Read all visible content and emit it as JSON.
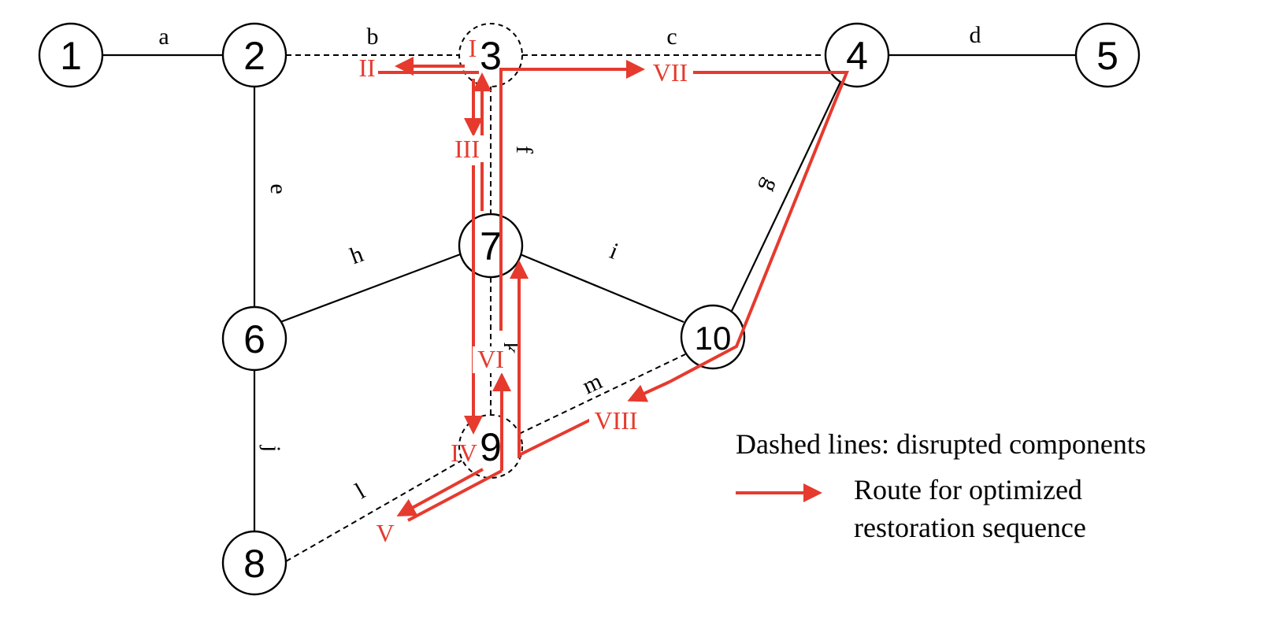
{
  "nodes": [
    {
      "id": "1",
      "label": "1",
      "disrupted": false
    },
    {
      "id": "2",
      "label": "2",
      "disrupted": false
    },
    {
      "id": "3",
      "label": "3",
      "disrupted": true
    },
    {
      "id": "4",
      "label": "4",
      "disrupted": false
    },
    {
      "id": "5",
      "label": "5",
      "disrupted": false
    },
    {
      "id": "6",
      "label": "6",
      "disrupted": false
    },
    {
      "id": "7",
      "label": "7",
      "disrupted": false
    },
    {
      "id": "8",
      "label": "8",
      "disrupted": false
    },
    {
      "id": "9",
      "label": "9",
      "disrupted": true
    },
    {
      "id": "10",
      "label": "10",
      "disrupted": false
    }
  ],
  "edges": [
    {
      "id": "a",
      "label": "a",
      "from": "1",
      "to": "2",
      "disrupted": false
    },
    {
      "id": "b",
      "label": "b",
      "from": "2",
      "to": "3",
      "disrupted": true
    },
    {
      "id": "c",
      "label": "c",
      "from": "3",
      "to": "4",
      "disrupted": true
    },
    {
      "id": "d",
      "label": "d",
      "from": "4",
      "to": "5",
      "disrupted": false
    },
    {
      "id": "e",
      "label": "e",
      "from": "2",
      "to": "6",
      "disrupted": false
    },
    {
      "id": "f",
      "label": "f",
      "from": "3",
      "to": "7",
      "disrupted": true
    },
    {
      "id": "g",
      "label": "g",
      "from": "4",
      "to": "10",
      "disrupted": false
    },
    {
      "id": "h",
      "label": "h",
      "from": "6",
      "to": "7",
      "disrupted": false
    },
    {
      "id": "i",
      "label": "i",
      "from": "7",
      "to": "10",
      "disrupted": false
    },
    {
      "id": "j",
      "label": "j",
      "from": "6",
      "to": "8",
      "disrupted": false
    },
    {
      "id": "k",
      "label": "k",
      "from": "7",
      "to": "9",
      "disrupted": true
    },
    {
      "id": "l",
      "label": "l",
      "from": "8",
      "to": "9",
      "disrupted": true
    },
    {
      "id": "m",
      "label": "m",
      "from": "9",
      "to": "10",
      "disrupted": true
    }
  ],
  "route_steps": [
    "I",
    "II",
    "III",
    "IV",
    "V",
    "VI",
    "VII",
    "VIII"
  ],
  "legend": {
    "dashed": "Dashed lines: disrupted components",
    "route_line1": "Route for optimized",
    "route_line2": "restoration sequence"
  },
  "colors": {
    "route": "#e63a2e",
    "line": "#000000",
    "background": "#ffffff"
  }
}
